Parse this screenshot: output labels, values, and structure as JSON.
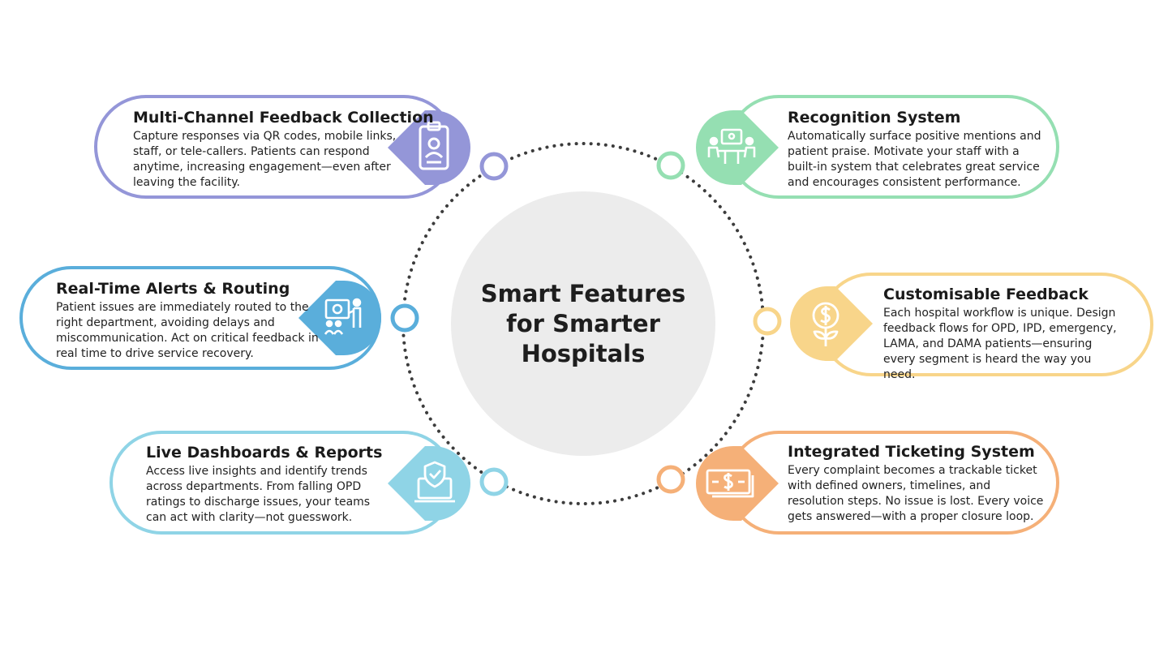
{
  "center": {
    "title": "Smart Features for Smarter Hospitals"
  },
  "colors": {
    "purple": "#9496d8",
    "blue": "#5aaedb",
    "cyan": "#8fd4e6",
    "green": "#95dfb2",
    "yellow": "#f8d58a",
    "orange": "#f5b078",
    "center_circle": "#ececec",
    "ring_dots": "#3c3c3c"
  },
  "features": [
    {
      "title": "Multi-Channel Feedback Collection",
      "description": "Capture responses via QR codes, mobile links, staff, or tele-callers. Patients can respond anytime, increasing engagement—even after leaving the facility.",
      "icon": "badge-id-icon",
      "color": "purple"
    },
    {
      "title": "Real-Time Alerts & Routing",
      "description": "Patient issues are immediately routed to the right department, avoiding delays and miscommunication. Act on critical feedback in real time to drive service recovery.",
      "icon": "presentation-icon",
      "color": "blue"
    },
    {
      "title": "Live Dashboards & Reports",
      "description": "Access live insights and identify trends across departments. From falling OPD ratings to discharge issues, your teams can act with clarity—not guesswork.",
      "icon": "laptop-shield-icon",
      "color": "cyan"
    },
    {
      "title": "Recognition System",
      "description": "Automatically surface positive mentions and patient praise. Motivate your staff with a built-in system that celebrates great service and encourages consistent performance.",
      "icon": "meeting-icon",
      "color": "green"
    },
    {
      "title": "Customisable Feedback",
      "description": "Each hospital workflow is unique. Design feedback flows for OPD, IPD, emergency, LAMA, and DAMA patients—ensuring every segment is heard the way you need.",
      "icon": "money-plant-icon",
      "color": "yellow"
    },
    {
      "title": "Integrated Ticketing System",
      "description": "Every complaint becomes a trackable ticket with defined owners, timelines, and resolution steps. No issue is lost. Every voice gets answered—with a proper closure loop.",
      "icon": "banknote-icon",
      "color": "orange"
    }
  ]
}
